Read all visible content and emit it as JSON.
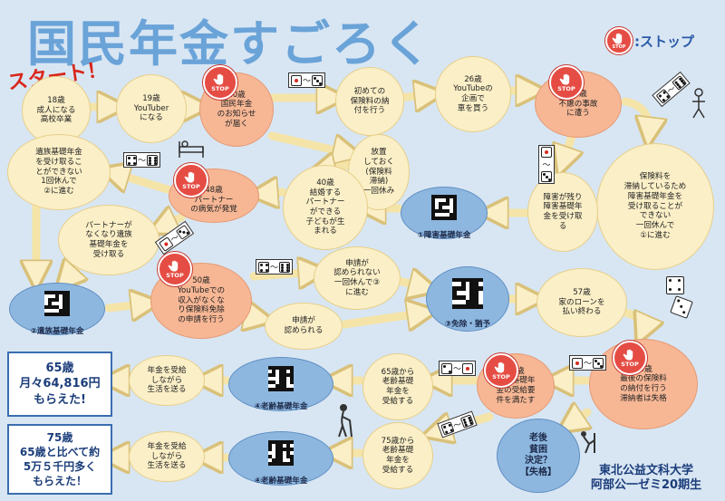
{
  "title": "国民年金すごろく",
  "start_label": "スタート！",
  "legend": {
    "icon": "stop-hand-icon",
    "badge": "STOP",
    "text": ":ストップ"
  },
  "stop_badge_text": "STOP",
  "nodes": {
    "age18": "18歳\n成人になる\n高校卒業",
    "age19": "19歳\nYouTuber\nになる",
    "age20": "20歳\n国民年金\nのお知らせ\nが届く",
    "first_payment": "初めての\n保険料の納\n付を行う",
    "age26": "26歳\nYouTubeの\n企画で\n車を買う",
    "age35": "35歳\n不慮の事故\nに遭う",
    "neglect": "放置\nしておく\n(保険料\n滞納)\n一回休み",
    "unpaid_disability": "保険料を\n滞納しているため\n障害基礎年金を\n受け取ることが\nできない\n一回休んで\n①に進む",
    "disability_remains": "障害が残り\n障害基礎年\n金を受け取\nる",
    "disability_pension": "①障害基礎年金",
    "age40": "40歳\n結婚する\nパートナー\nができる\n子どもが生\nまれる",
    "age48": "48歳\nパートナー\nの病気が発覚",
    "no_survivor": "遺族基礎年金\nを受け取るこ\nとができない\n1回休んで\n②に進む",
    "partner_dies": "パートナーが\nなくなり遺族\n基礎年金を\n受け取る",
    "survivor_pension": "②遺族基礎年金",
    "age50": "50歳\nYouTubeでの\n収入がなくな\nり保険料免除\nの申請を行う",
    "not_approved": "申請が\n認められない\n一回休んで③\nに進む",
    "approved": "申請が\n認められる",
    "exemption": "③免除・猶予",
    "age57": "57歳\n家のローンを\n払い終わる",
    "age59": "59歳\n最後の保険料\nの納付を行う\n滞納者は失格",
    "age60": "60歳\n老齢基礎年\n金の受給要\n件を満たす",
    "at65_receive": "65歳から\n老齢基礎\n年金を\n受給する",
    "at75_receive": "75歳から\n老齢基礎\n年金を\n受給する",
    "old_age_1": "④老齢基礎年金",
    "old_age_2": "④老齢基礎年金",
    "live1": "年金を受給\nしながら\n生活を送る",
    "live2": "年金を受給\nしながら\n生活を送る",
    "poverty": "老後\n貧困\n決定？\n【失格】"
  },
  "result_65": "65歳\n月々64,816円\nもらえた!",
  "result_75": "75歳\n65歳と比べて約\n5万５千円多く\nもらえた！",
  "organization": "東北公益文科大学\n阿部公一ゼミ20期生",
  "colors": {
    "background": "#d8e6f3",
    "cream": "#fbefc7",
    "salmon": "#f7b795",
    "blue": "#8eb7df",
    "stop": "#e54d44",
    "title": "#6aa3d8",
    "start": "#d9261c",
    "arrow": "#fbefc7"
  }
}
